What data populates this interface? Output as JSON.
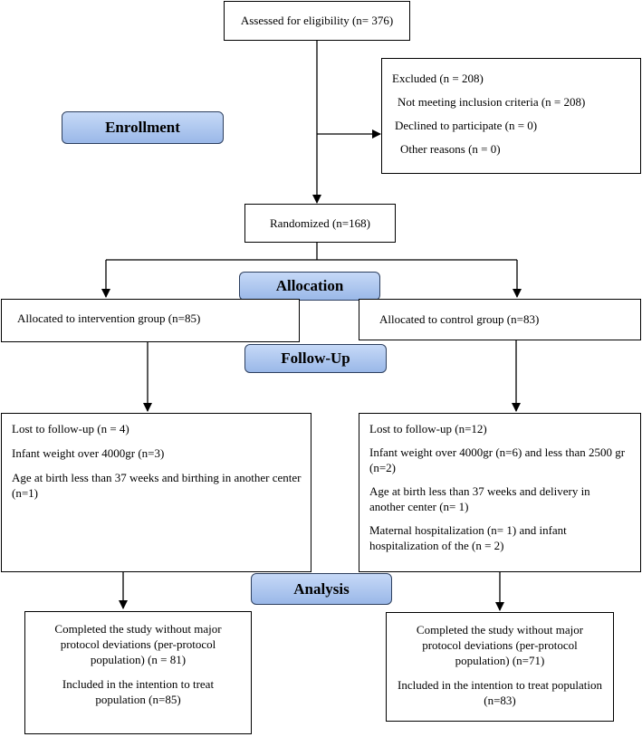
{
  "stages": {
    "enrollment": "Enrollment",
    "allocation": "Allocation",
    "followup": "Follow-Up",
    "analysis": "Analysis"
  },
  "assessed": "Assessed for eligibility (n= 376)",
  "excluded": {
    "title": "Excluded (n = 208)",
    "items": [
      "Not meeting inclusion criteria (n = 208)",
      "Declined to participate (n = 0)",
      "Other reasons (n = 0)"
    ]
  },
  "randomized": "Randomized (n=168)",
  "allocated": {
    "intervention": "Allocated to intervention group (n=85)",
    "control": "Allocated to control group (n=83)"
  },
  "followup_intervention": [
    "Lost to follow-up (n = 4)",
    "Infant weight over 4000gr (n=3)",
    "Age at birth less than 37 weeks and birthing in another center (n=1)"
  ],
  "followup_control": [
    "Lost to follow-up (n=12)",
    "Infant weight over 4000gr (n=6) and less than 2500 gr (n=2)",
    "Age at birth less than 37 weeks and delivery in another center (n= 1)",
    "Maternal hospitalization (n= 1) and infant hospitalization of the (n = 2)"
  ],
  "analysis_intervention": [
    "Completed the study without major protocol deviations (per-protocol population) (n = 81)",
    "Included in the intention to treat population (n=85)"
  ],
  "analysis_control": [
    "Completed the study without major protocol deviations (per-protocol population) (n=71)",
    "Included in the intention to treat population (n=83)"
  ]
}
